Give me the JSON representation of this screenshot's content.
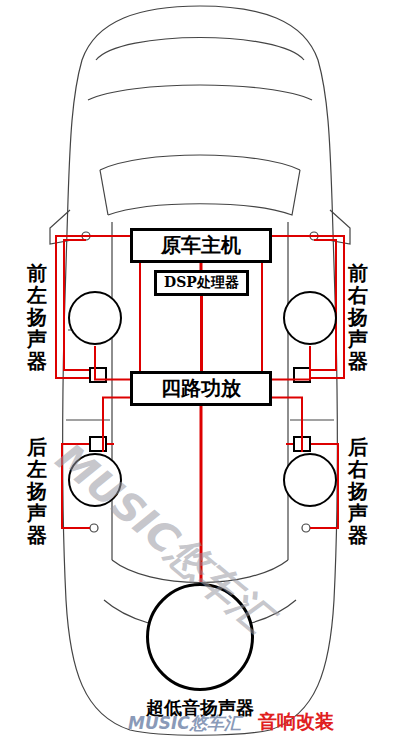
{
  "diagram": {
    "nodes": [
      {
        "text": [
          "原车主机"
        ]
      },
      {
        "text": [
          "DSP处理器"
        ]
      },
      {
        "text": [
          "前左扬声器"
        ]
      },
      {
        "text": [
          "前右扬声器"
        ]
      },
      {
        "text": [
          "四路功放"
        ]
      },
      {
        "text": [
          "后左扬声器"
        ]
      },
      {
        "text": [
          "后右扬声器"
        ]
      },
      {
        "text": [
          "超低音扬声器"
        ]
      }
    ],
    "edges": [
      {
        "from": 0,
        "to": 1,
        "arrow": "none"
      },
      {
        "from": 1,
        "to": 4,
        "arrow": "none"
      },
      {
        "from": 4,
        "to": 2,
        "arrow": "none"
      },
      {
        "from": 4,
        "to": 3,
        "arrow": "none"
      },
      {
        "from": 4,
        "to": 5,
        "arrow": "none"
      },
      {
        "from": 4,
        "to": 6,
        "arrow": "none"
      },
      {
        "from": 4,
        "to": 7,
        "arrow": "none"
      },
      {
        "from": 0,
        "to": 4,
        "arrow": "none"
      },
      {
        "from": 0,
        "to": 4,
        "arrow": "none"
      }
    ],
    "labels": [
      "MUSIC悠车汇",
      "MUSIC悠车汇",
      "音响改装"
    ]
  }
}
